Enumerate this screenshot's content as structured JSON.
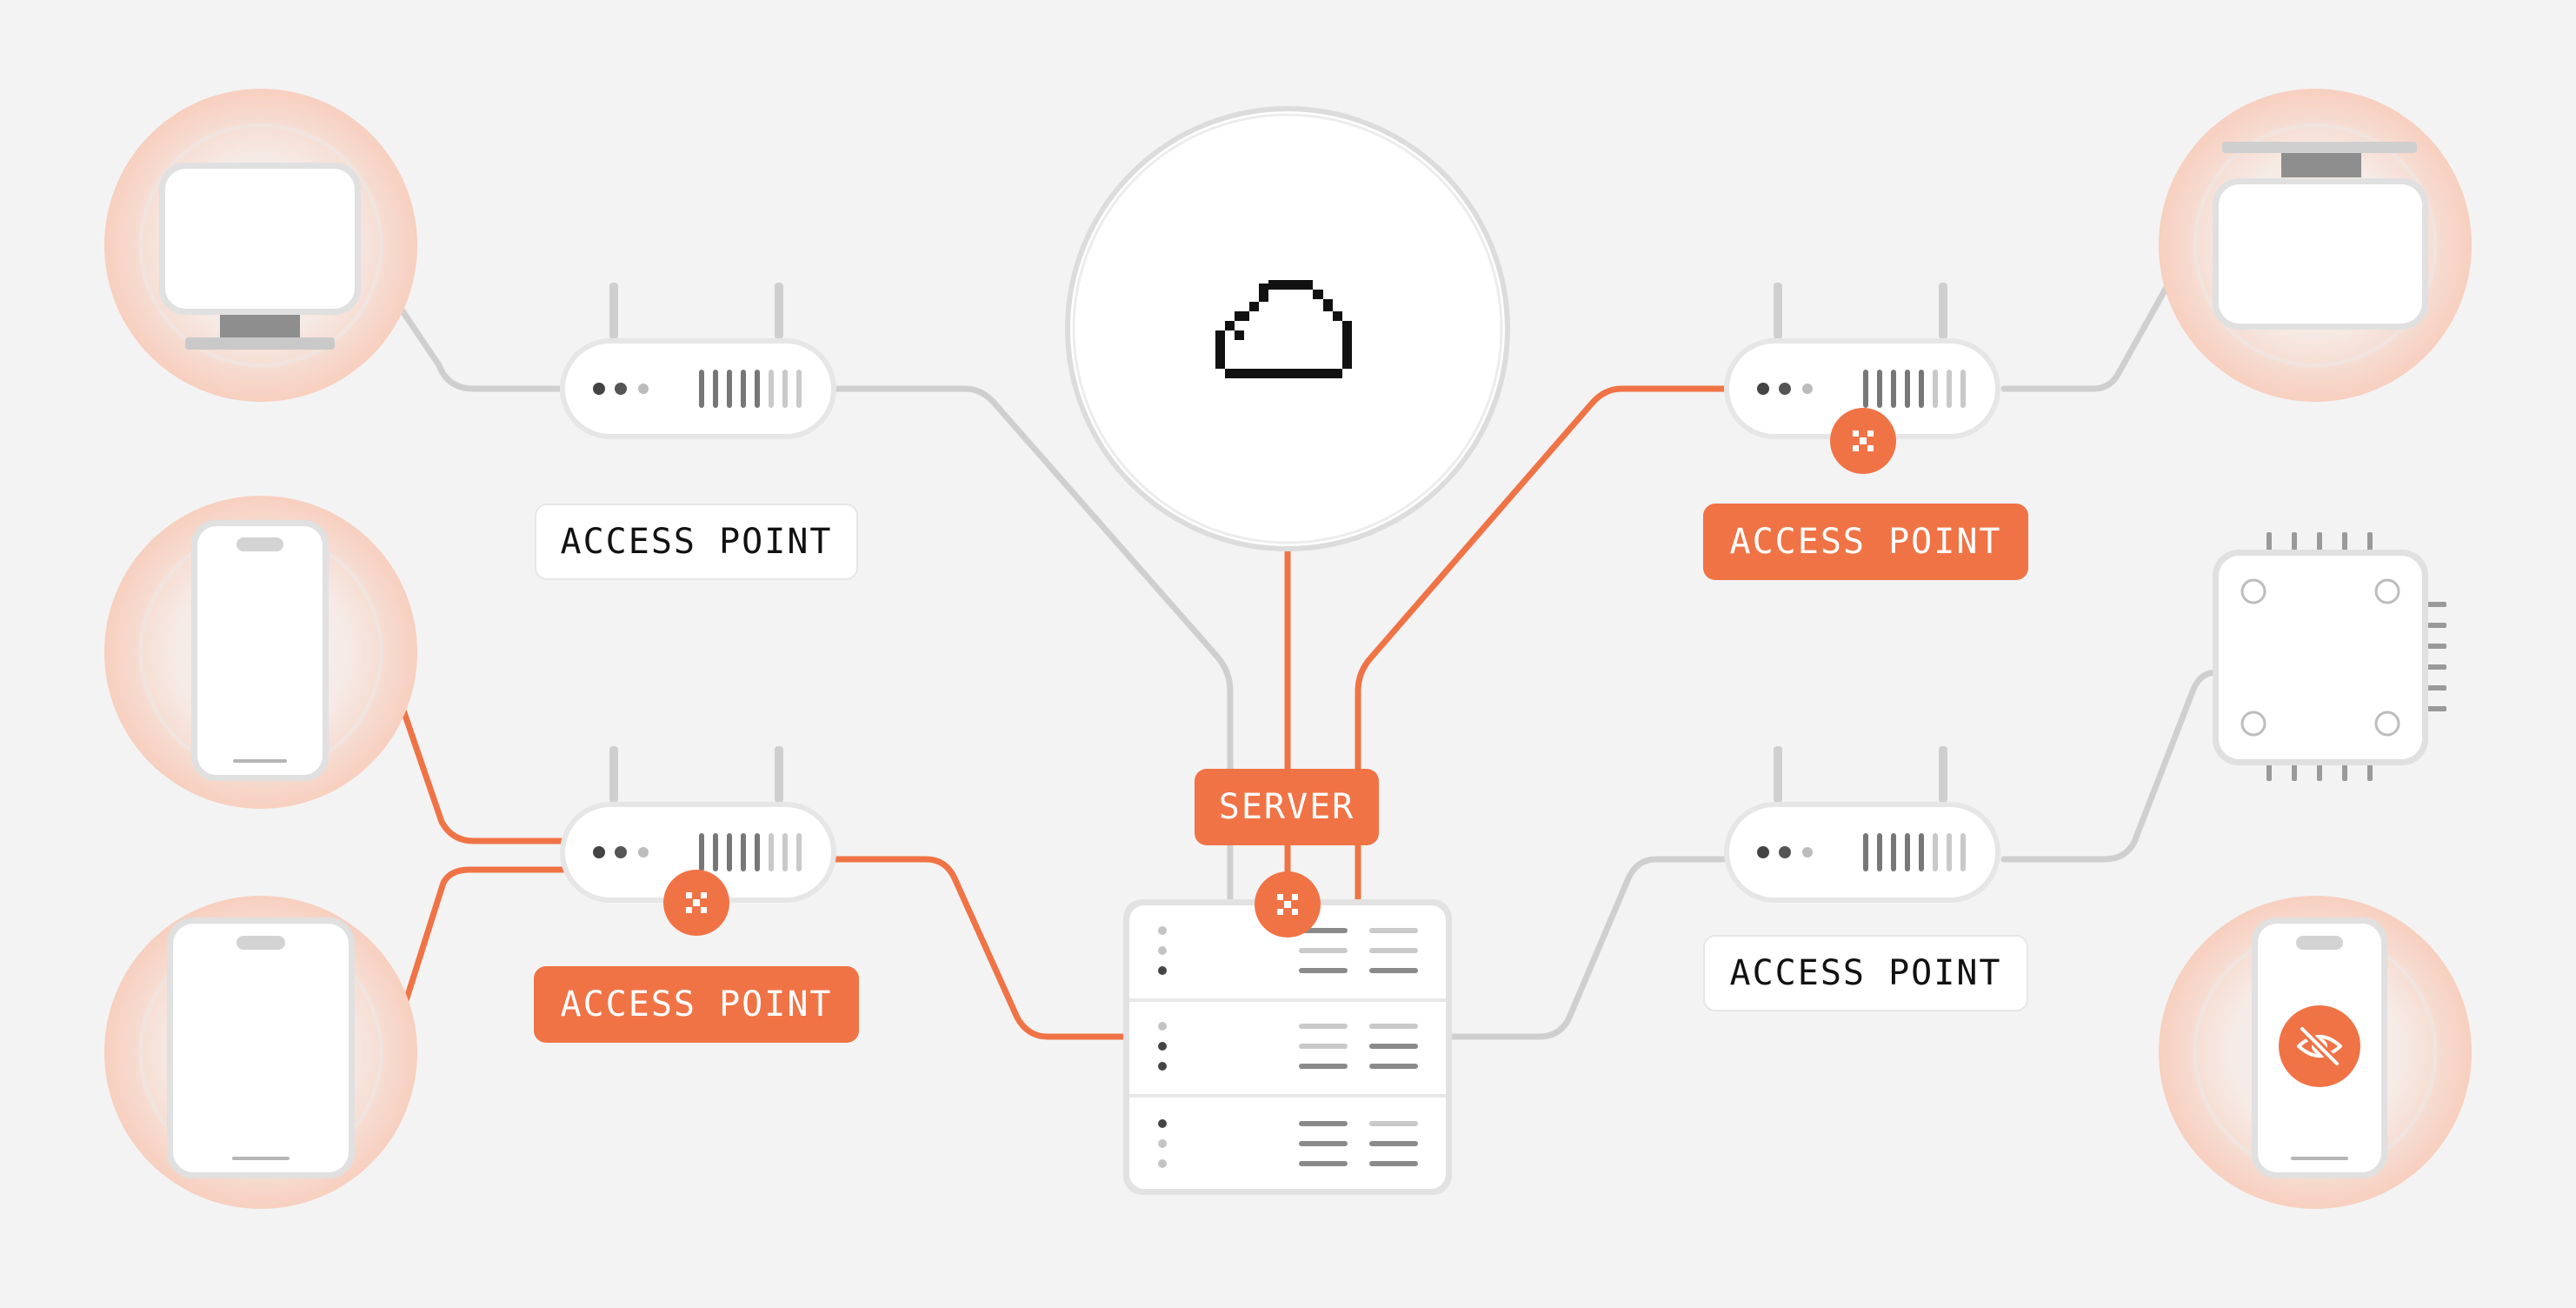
{
  "colors": {
    "background": "#f3f3f3",
    "accent": "#f07346",
    "wire": "#cfcfcf",
    "device_fill": "#ffffff",
    "device_stroke": "#d4d4d4"
  },
  "labels": {
    "ap_top_left": "ACCESS POINT",
    "ap_bottom_left": "ACCESS POINT",
    "ap_top_right": "ACCESS POINT",
    "ap_bottom_right": "ACCESS POINT",
    "server": "SERVER"
  },
  "icons": {
    "cloud": "cloud-icon",
    "fault": "fault-x-icon",
    "hidden": "eye-off-icon"
  }
}
